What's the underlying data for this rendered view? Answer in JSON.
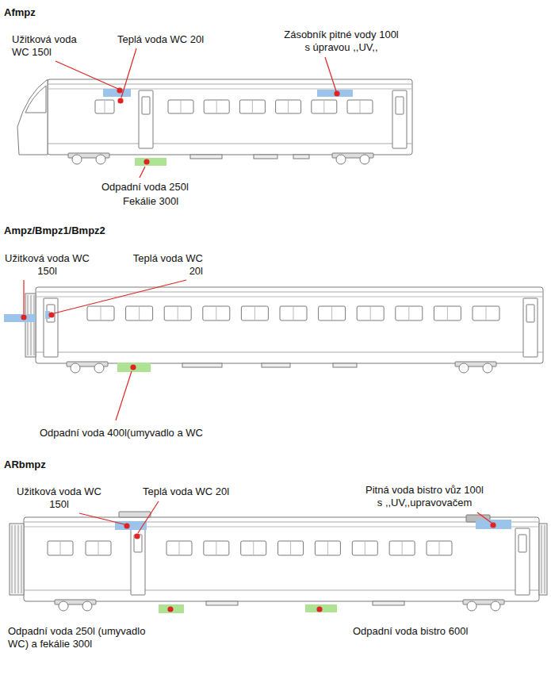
{
  "diagram": {
    "labels": [
      "Afmpz",
      "Užitková voda WC 150l",
      "Teplá voda WC 20l",
      "Zásobník pitné vody 100l s úpravou ,,UV,,",
      "Odpadní voda 250l",
      "Fekálie 300l",
      "Ampz/Bmpz1/Bmpz2",
      "Užitková voda WC 150l",
      "Teplá voda WC 20l",
      "Odpadní voda 400l(umyvadlo a WC",
      "ARbmpz",
      "Užitková voda WC 150l",
      "Teplá voda WC 20l",
      "Pitná voda bistro vůz 100l s ,,UV,,upravovačem",
      "Odpadní voda 250l (umyvadlo WC) a fekálie 300l",
      "Odpadní voda bistro 600l"
    ]
  }
}
